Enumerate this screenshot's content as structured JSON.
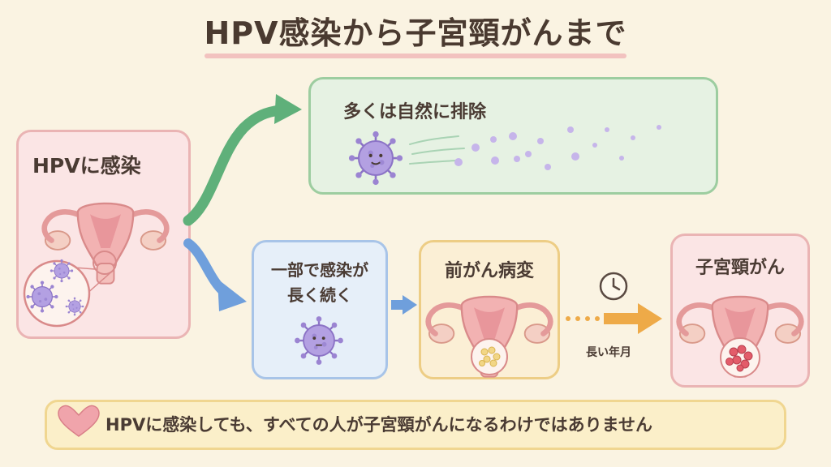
{
  "title": "HPV感染から子宮頸がんまで",
  "nodes": {
    "infection": "HPVに感染",
    "clearance": "多くは自然に排除",
    "persistent_line1": "一部で感染が",
    "persistent_line2": "長く続く",
    "precancer": "前がん病変",
    "cancer": "子宮頸がん"
  },
  "duration_label": "長い年月",
  "footer_note": "HPVに感染しても、すべての人が子宮頸がんになるわけではありません",
  "colors": {
    "background": "#faf3e2",
    "infection_box": "#fbe5e5",
    "clearance_box": "#e6f2e3",
    "persistent_box": "#e6eff9",
    "precancer_box": "#fbefd5",
    "cancer_box": "#fbe5e5",
    "virus": "#a68fd8",
    "green_arrow": "#5fb07a",
    "blue_arrow": "#6f9fdc",
    "orange_arrow": "#eeaa48"
  },
  "icons": [
    "virus-icon",
    "uterus-icon",
    "clock-icon",
    "heart-icon"
  ]
}
